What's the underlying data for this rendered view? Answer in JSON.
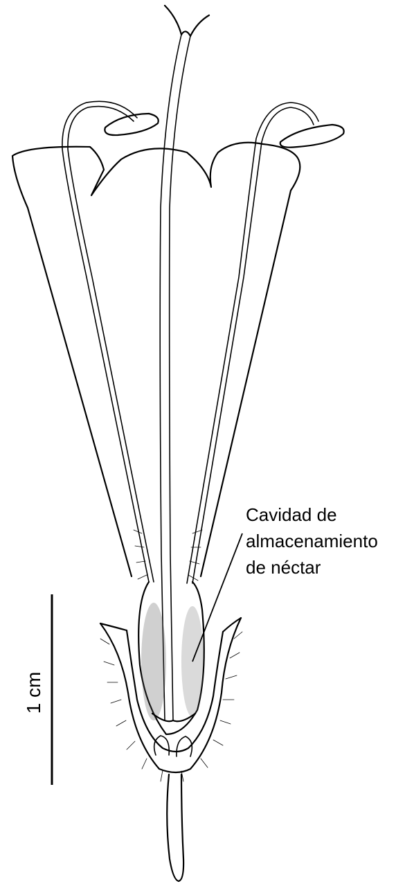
{
  "annotation": {
    "lines": [
      "Cavidad de",
      "almacenamiento",
      "de néctar"
    ]
  },
  "scale_bar": {
    "label": "1 cm"
  }
}
